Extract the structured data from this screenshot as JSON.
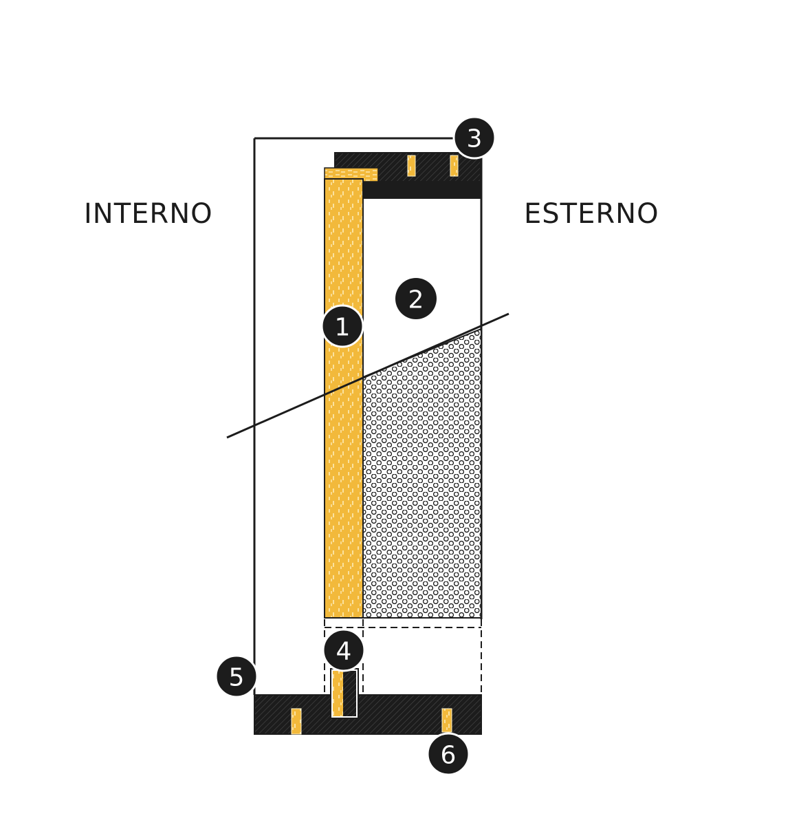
{
  "labels": {
    "interior": "INTERNO",
    "exterior": "ESTERNO"
  },
  "markers": [
    "1",
    "2",
    "3",
    "4",
    "5",
    "6"
  ],
  "colors": {
    "wood": "#f2b93b",
    "wood_grain": "#fff3cc",
    "seal": "#1c1c1c",
    "outline": "#1c1c1c",
    "insulation_cell": "#1c1c1c"
  }
}
